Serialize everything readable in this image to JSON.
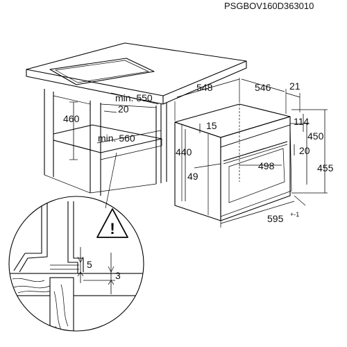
{
  "model_code": "PSGBOV160D363010",
  "cabinet": {
    "dim_height": "460",
    "dim_min_depth": "min. 550",
    "dim_gap": "20",
    "dim_min_width": "min. 560"
  },
  "appliance": {
    "dim_depth_total": "548",
    "dim_depth_body": "546",
    "dim_front": "21",
    "dim_top_offset": "15",
    "dim_114": "114",
    "dim_450": "450",
    "dim_20": "20",
    "dim_440": "440",
    "dim_455": "455",
    "dim_498": "498",
    "dim_49": "49",
    "dim_width": "595",
    "dim_width_tolerance": "+-1"
  },
  "detail": {
    "dim_5": "5",
    "dim_3": "3",
    "warning_symbol": "!"
  },
  "icons": [
    "warning-triangle-icon"
  ]
}
